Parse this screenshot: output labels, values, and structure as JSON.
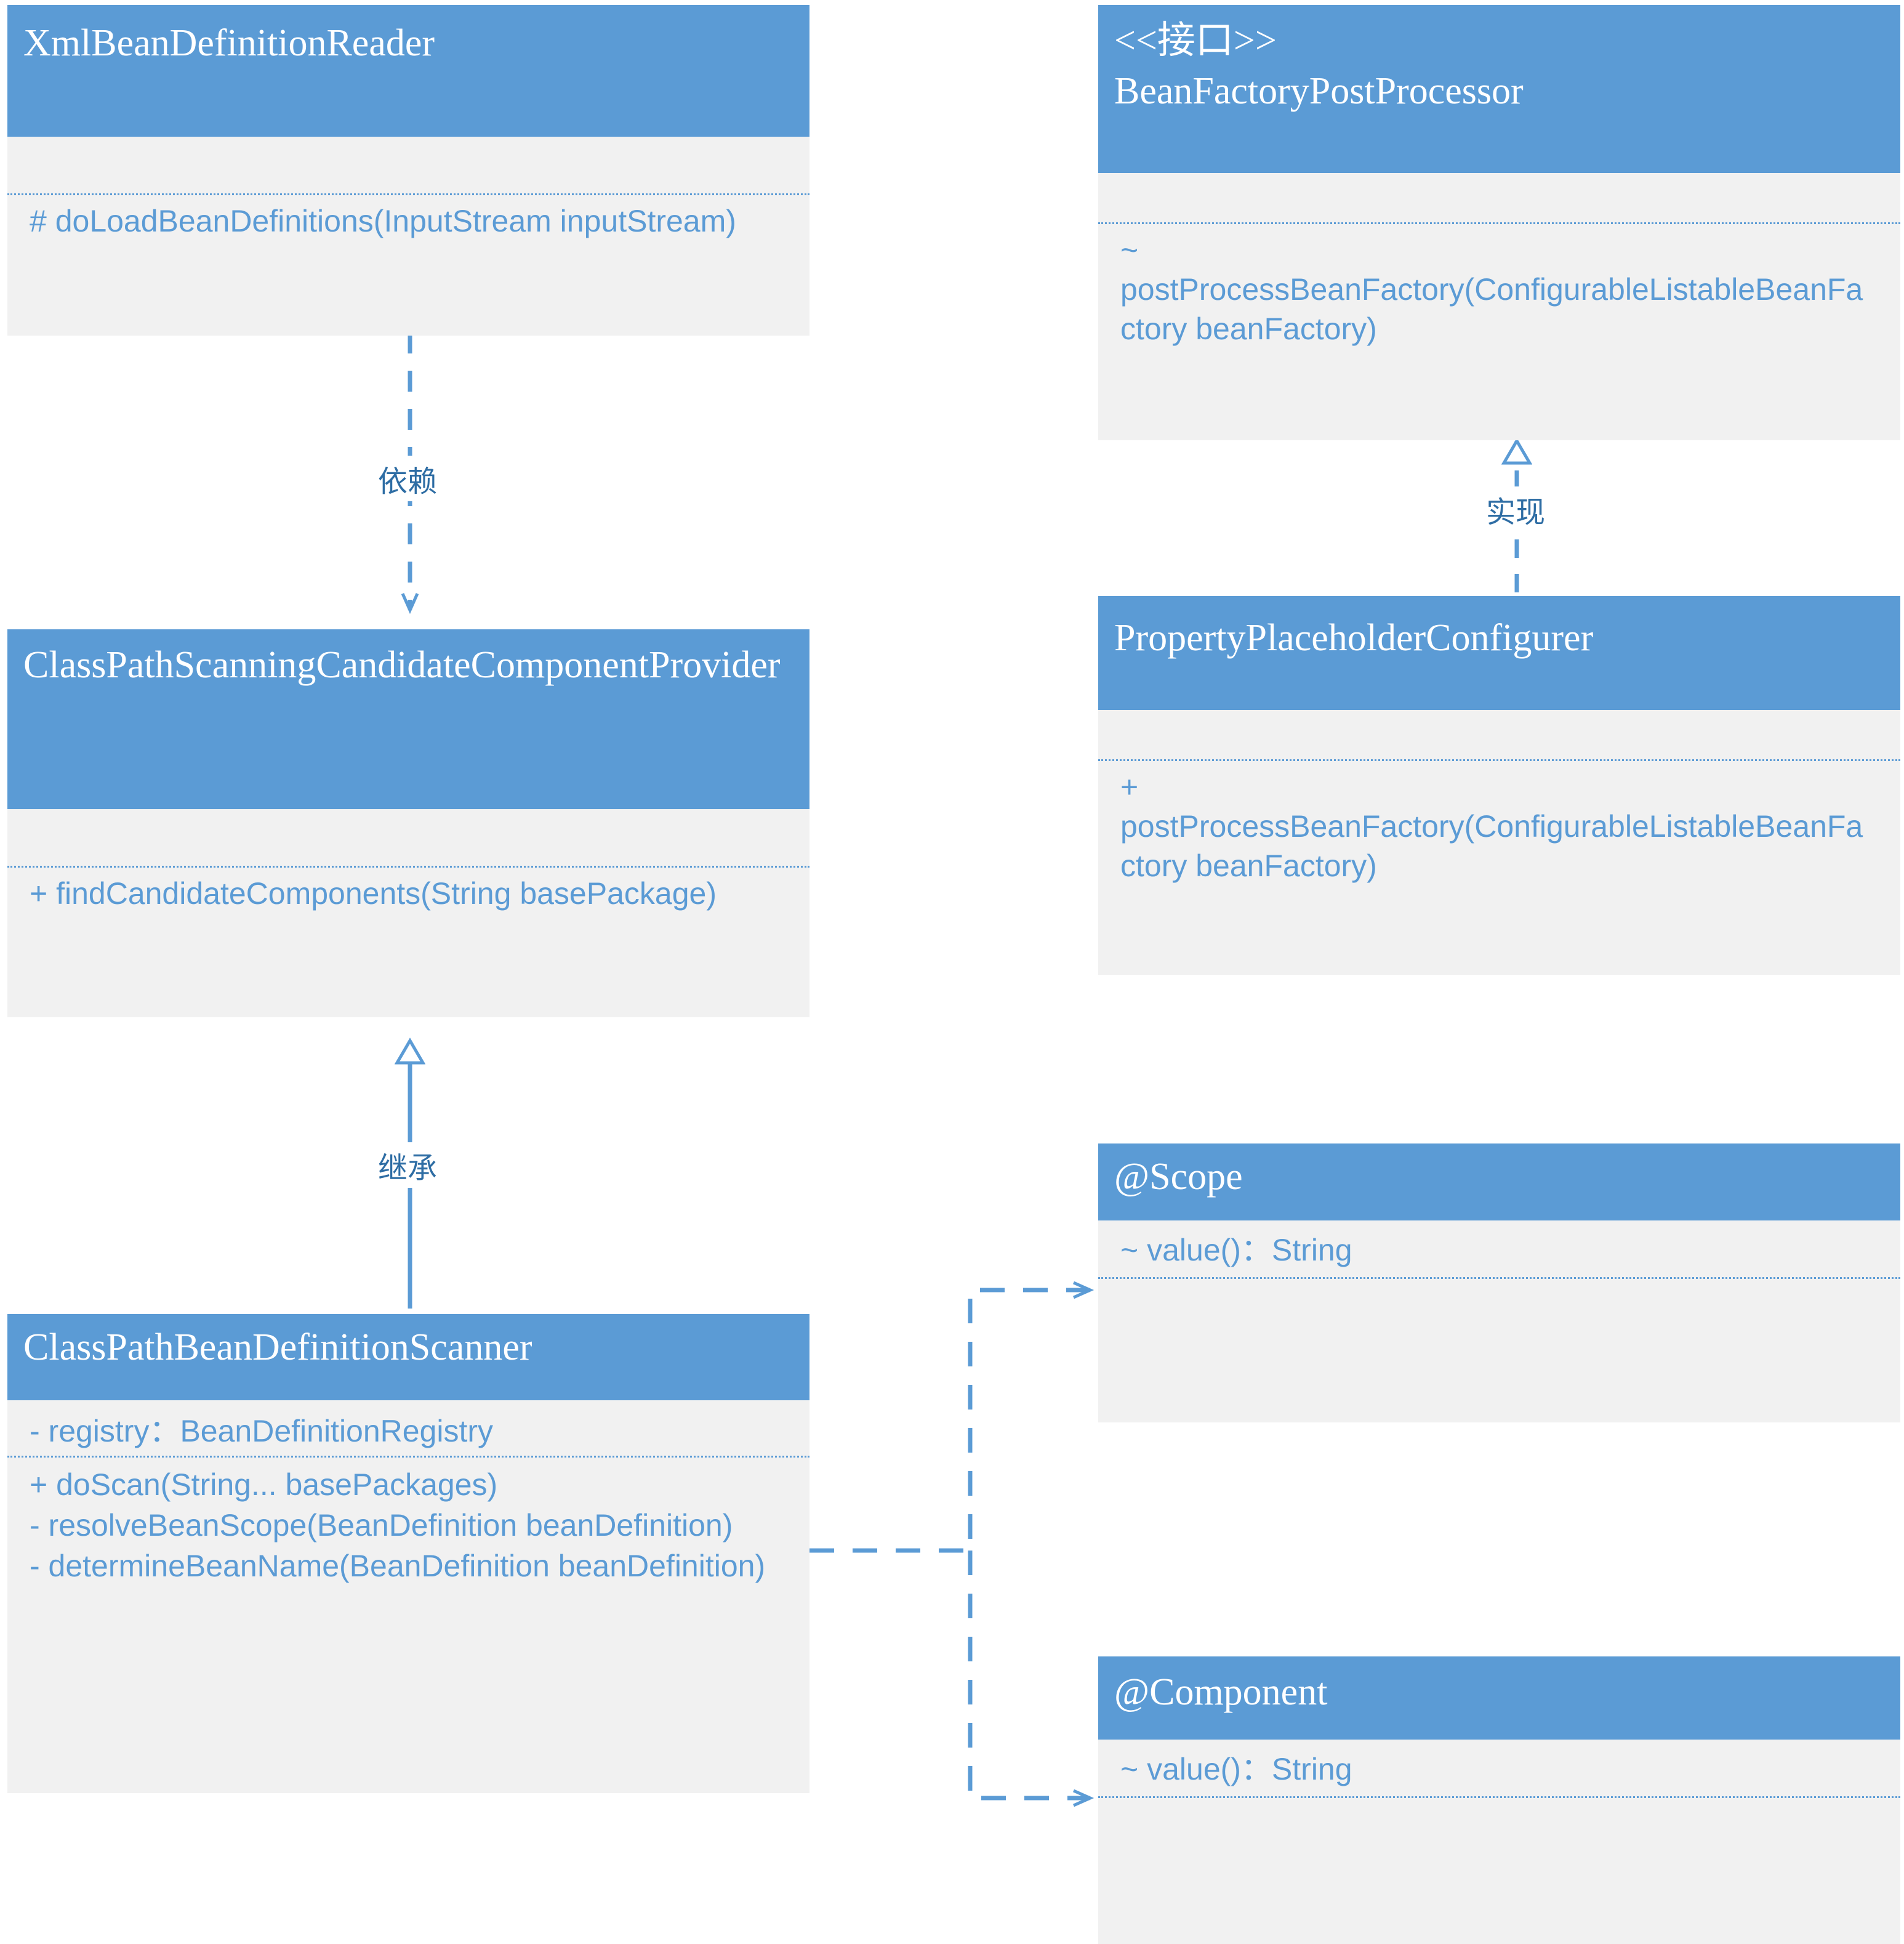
{
  "diagram": {
    "type": "uml-class-diagram",
    "colors": {
      "header_fill": "#5b9bd5",
      "body_fill": "#f1f1f1",
      "text_blue": "#5b9bd5",
      "label_blue": "#2e6da4",
      "header_text": "#ffffff",
      "background": "#ffffff"
    }
  },
  "classes": {
    "xml_bean_definition_reader": {
      "name": "XmlBeanDefinitionReader",
      "methods": [
        "# doLoadBeanDefinitions(InputStream inputStream)"
      ]
    },
    "class_path_scanning_candidate_component_provider": {
      "name": "ClassPathScanningCandidateComponentProvider",
      "methods": [
        "+ findCandidateComponents(String basePackage)"
      ]
    },
    "class_path_bean_definition_scanner": {
      "name": "ClassPathBeanDefinitionScanner",
      "fields": [
        "- registry：BeanDefinitionRegistry"
      ],
      "methods": [
        "+ doScan(String... basePackages)",
        "- resolveBeanScope(BeanDefinition beanDefinition)",
        "- determineBeanName(BeanDefinition beanDefinition)"
      ]
    },
    "bean_factory_post_processor": {
      "stereotype": "<<接口>>",
      "name": "BeanFactoryPostProcessor",
      "methods": [
        "~ postProcessBeanFactory(ConfigurableListableBeanFactory beanFactory)"
      ]
    },
    "property_placeholder_configurer": {
      "name": "PropertyPlaceholderConfigurer",
      "methods": [
        "+ postProcessBeanFactory(ConfigurableListableBeanFactory beanFactory)"
      ]
    },
    "scope_annotation": {
      "name": "@Scope",
      "methods": [
        "~ value()：String"
      ]
    },
    "component_annotation": {
      "name": "@Component",
      "methods": [
        "~ value()：String"
      ]
    }
  },
  "relationships": {
    "dependency": {
      "label": "依赖",
      "from": "XmlBeanDefinitionReader",
      "to": "ClassPathScanningCandidateComponentProvider",
      "style": "dashed-open-arrow"
    },
    "inheritance": {
      "label": "继承",
      "from": "ClassPathBeanDefinitionScanner",
      "to": "ClassPathScanningCandidateComponentProvider",
      "style": "solid-hollow-triangle"
    },
    "realization": {
      "label": "实现",
      "from": "PropertyPlaceholderConfigurer",
      "to": "BeanFactoryPostProcessor",
      "style": "dashed-hollow-triangle"
    },
    "uses_scope": {
      "label": "",
      "from": "ClassPathBeanDefinitionScanner",
      "to": "@Scope",
      "style": "dashed-open-arrow"
    },
    "uses_component": {
      "label": "",
      "from": "ClassPathBeanDefinitionScanner",
      "to": "@Component",
      "style": "dashed-open-arrow"
    }
  }
}
